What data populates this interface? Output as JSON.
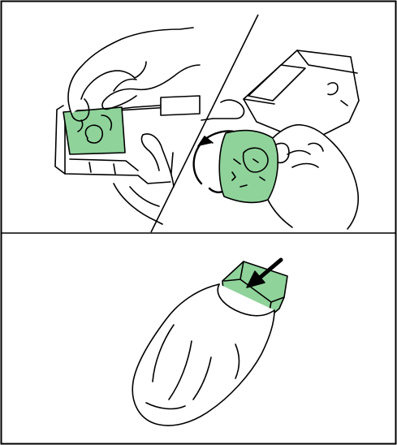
{
  "figure": {
    "panels": [
      {
        "id": "remove-cover-panel",
        "icon": "hand-lifting-cover"
      },
      {
        "id": "peel-sheet-panel",
        "icon": "hand-peeling-sheet-rotate-arrow"
      },
      {
        "id": "bag-panel",
        "icon": "unit-into-plastic-bag-arrow"
      }
    ],
    "colors": {
      "outline": "#000000",
      "highlight": "#8fd39a",
      "background": "#ffffff"
    }
  }
}
